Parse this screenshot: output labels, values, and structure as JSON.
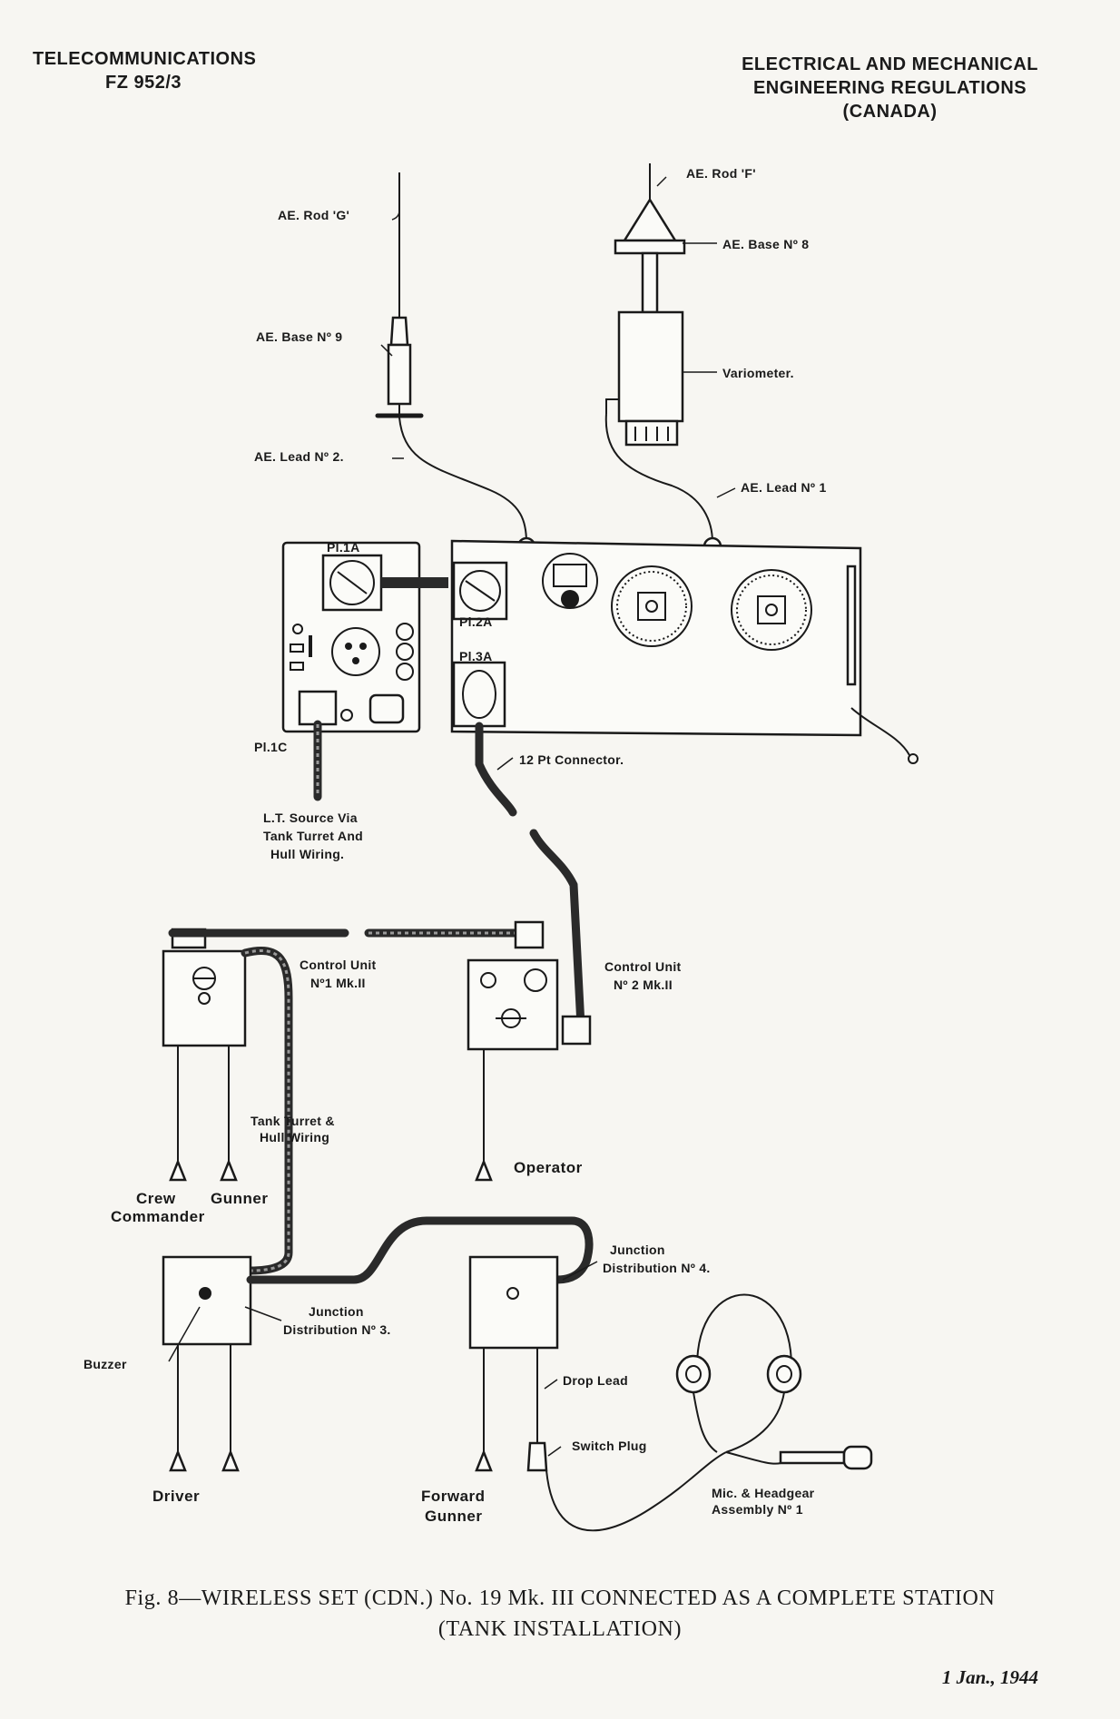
{
  "header": {
    "left_line1": "TELECOMMUNICATIONS",
    "left_line2": "FZ 952/3",
    "right_line1": "ELECTRICAL AND MECHANICAL",
    "right_line2": "ENGINEERING REGULATIONS",
    "right_line3": "(CANADA)"
  },
  "labels": {
    "ae_rod_g": "AE. Rod 'G'",
    "ae_rod_f": "AE. Rod 'F'",
    "ae_base_8": "AE. Base Nº 8",
    "ae_base_9": "AE. Base Nº 9",
    "variometer": "Variometer.",
    "ae_lead_2": "AE. Lead Nº 2.",
    "ae_lead_1": "AE. Lead Nº 1",
    "pl1a": "Pl.1A",
    "pl2a": "Pl.2A",
    "pl3a": "Pl.3A",
    "pl1c": "Pl.1C",
    "twelve_pt": "12 Pt Connector.",
    "lt_source_1": "L.T. Source Via",
    "lt_source_2": "Tank Turret And",
    "lt_source_3": "Hull Wiring.",
    "cu1_1": "Control Unit",
    "cu1_2": "Nº1 Mk.II",
    "cu2_1": "Control Unit",
    "cu2_2": "Nº 2 Mk.II",
    "tank_wiring_1": "Tank Turret &",
    "tank_wiring_2": "Hull Wiring",
    "crew_commander_1": "Crew",
    "crew_commander_2": "Commander",
    "gunner": "Gunner",
    "operator": "Operator",
    "jd4_1": "Junction",
    "jd4_2": "Distribution Nº 4.",
    "jd3_1": "Junction",
    "jd3_2": "Distribution Nº 3.",
    "buzzer": "Buzzer",
    "drop_lead": "Drop Lead",
    "switch_plug": "Switch Plug",
    "driver": "Driver",
    "forward_gunner_1": "Forward",
    "forward_gunner_2": "Gunner",
    "mic_1": "Mic. & Headgear",
    "mic_2": "Assembly Nº 1"
  },
  "caption": {
    "line1": "Fig. 8—WIRELESS SET (CDN.) No. 19 Mk. III CONNECTED AS A COMPLETE STATION",
    "line2": "(TANK INSTALLATION)"
  },
  "date": "1 Jan., 1944"
}
